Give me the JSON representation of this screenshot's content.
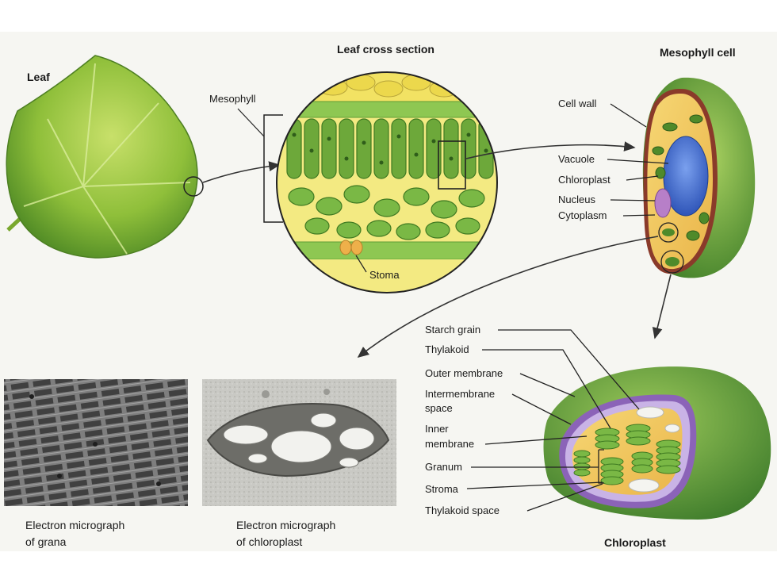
{
  "titles": {
    "leaf": "Leaf",
    "cross_section": "Leaf cross section",
    "mesophyll_cell": "Mesophyll cell",
    "chloroplast": "Chloroplast"
  },
  "cross_section_labels": {
    "mesophyll": "Mesophyll",
    "stoma": "Stoma"
  },
  "cell_labels": {
    "cell_wall": "Cell wall",
    "vacuole": "Vacuole",
    "chloroplast": "Chloroplast",
    "nucleus": "Nucleus",
    "cytoplasm": "Cytoplasm"
  },
  "chloroplast_labels": {
    "starch_grain": "Starch  grain",
    "thylakoid": "Thylakoid",
    "outer_membrane": "Outer membrane",
    "intermembrane_1": "Intermembrane",
    "intermembrane_2": "space",
    "inner_membrane_1": "Inner",
    "inner_membrane_2": "membrane",
    "granum": "Granum",
    "stroma": "Stroma",
    "thylakoid_space": "Thylakoid space"
  },
  "captions": {
    "grana_1": "Electron micrograph",
    "grana_2": "of grana",
    "chloroplast_1": "Electron micrograph",
    "chloroplast_2": "of chloroplast"
  },
  "colors": {
    "leaf_green": "#8fbf3a",
    "cell_green": "#6fae3c",
    "cytoplasm": "#f2c75a",
    "vacuole": "#3f6fd0",
    "nucleus": "#b77fc8",
    "membrane_purple": "#8b63b8"
  }
}
